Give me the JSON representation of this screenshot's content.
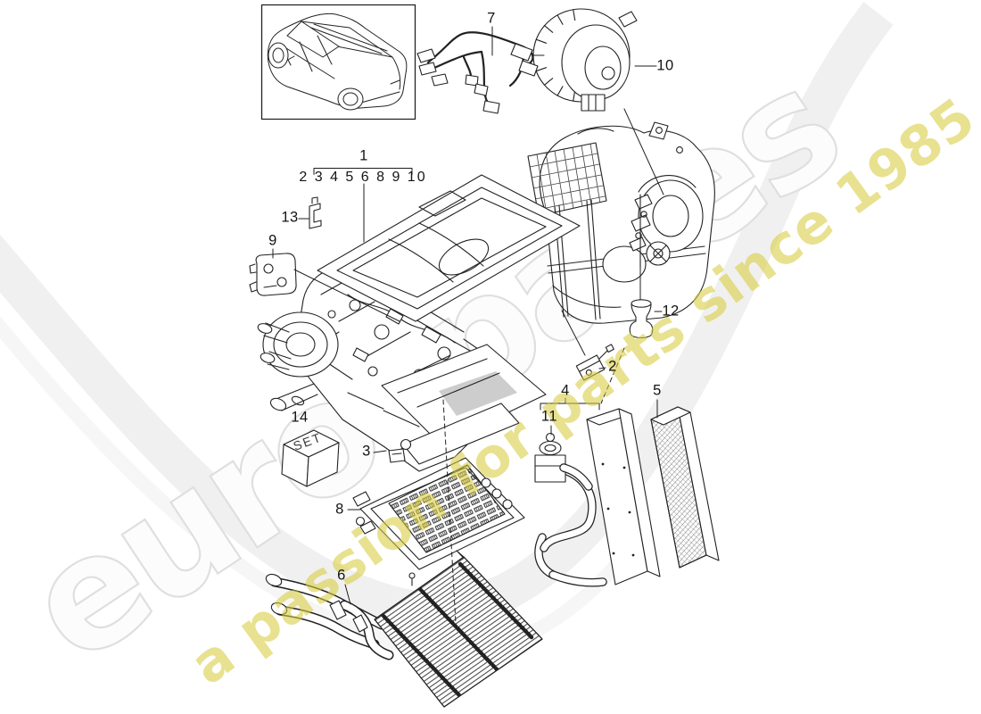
{
  "watermark": {
    "brand": "eurospares",
    "tagline": "a passion for parts since 1985",
    "brand_fill": "#fcfcfc",
    "brand_stroke": "#dfdfdf",
    "tagline_color": "#d8cc3f"
  },
  "callouts": {
    "1": "1",
    "1_contents": "2 3 4 5 6 8 9 10",
    "2": "2",
    "3": "3",
    "4": "4",
    "5": "5",
    "6": "6",
    "7": "7",
    "8": "8",
    "9": "9",
    "10": "10",
    "11": "11",
    "12": "12",
    "13": "13",
    "14": "14"
  },
  "set_box": {
    "label": "SET"
  },
  "line_color": "#222222"
}
